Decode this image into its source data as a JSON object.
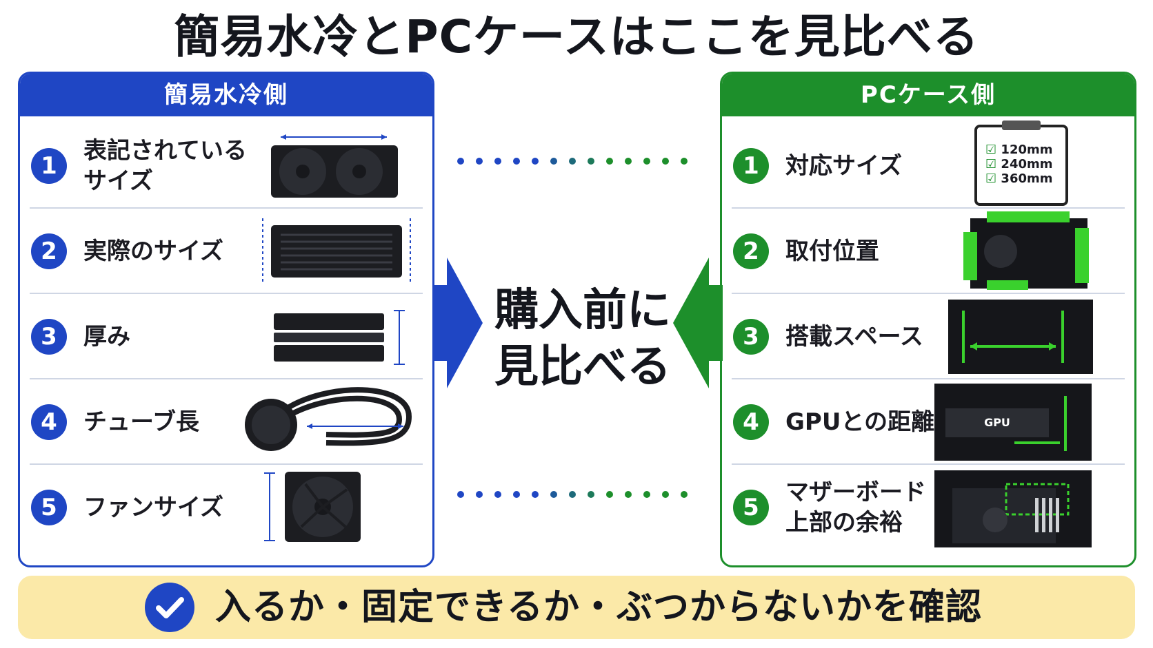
{
  "title": "簡易水冷とPCケースはここを見比べる",
  "left_panel": {
    "header": "簡易水冷側",
    "accent_color": "#1f46c4",
    "items": [
      {
        "num": "1",
        "label": "表記されている\nサイズ"
      },
      {
        "num": "2",
        "label": "実際のサイズ"
      },
      {
        "num": "3",
        "label": "厚み"
      },
      {
        "num": "4",
        "label": "チューブ長"
      },
      {
        "num": "5",
        "label": "ファンサイズ"
      }
    ]
  },
  "right_panel": {
    "header": "PCケース側",
    "accent_color": "#1d8f2b",
    "items": [
      {
        "num": "1",
        "label": "対応サイズ"
      },
      {
        "num": "2",
        "label": "取付位置"
      },
      {
        "num": "3",
        "label": "搭載スペース"
      },
      {
        "num": "4",
        "label": "GPUとの距離"
      },
      {
        "num": "5",
        "label": "マザーボード\n上部の余裕"
      }
    ],
    "supported_sizes": [
      "120mm",
      "240mm",
      "360mm"
    ],
    "gpu_label": "GPU"
  },
  "center": {
    "text": "購入前に\n見比べる"
  },
  "bottom": {
    "text": "入るか・固定できるか・ぶつからないかを確認"
  }
}
